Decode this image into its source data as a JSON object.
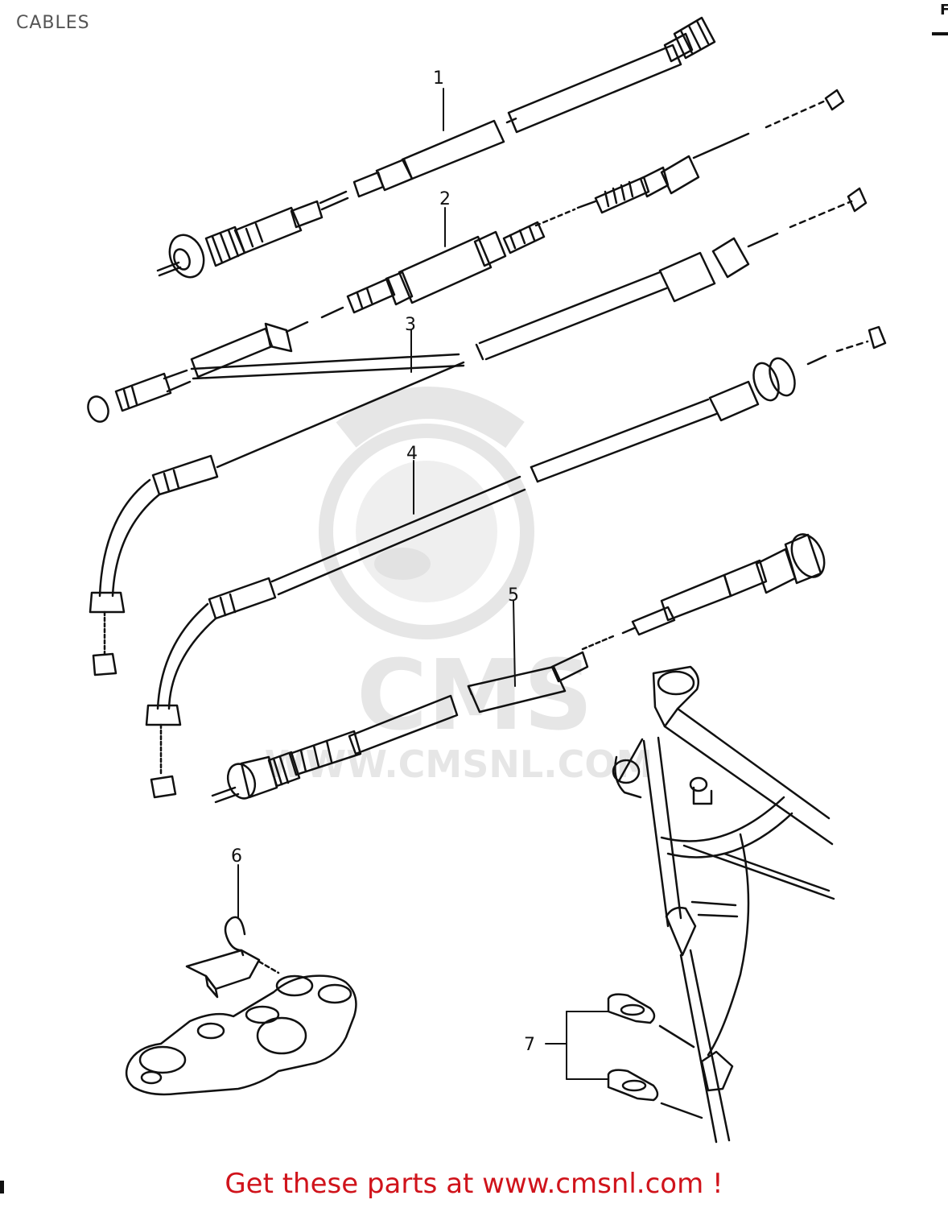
{
  "page": {
    "title": "CABLES",
    "corner_mark": "F",
    "footer": "Get these parts at www.cmsnl.com !"
  },
  "watermark": {
    "brand": "CMS",
    "url": "WWW.CMSNL.COM"
  },
  "callouts": [
    "1",
    "2",
    "3",
    "4",
    "5",
    "6",
    "7"
  ],
  "colors": {
    "ink": "#111111",
    "footer_red": "#d0131b",
    "watermark_grey": "#e6e6e6"
  }
}
